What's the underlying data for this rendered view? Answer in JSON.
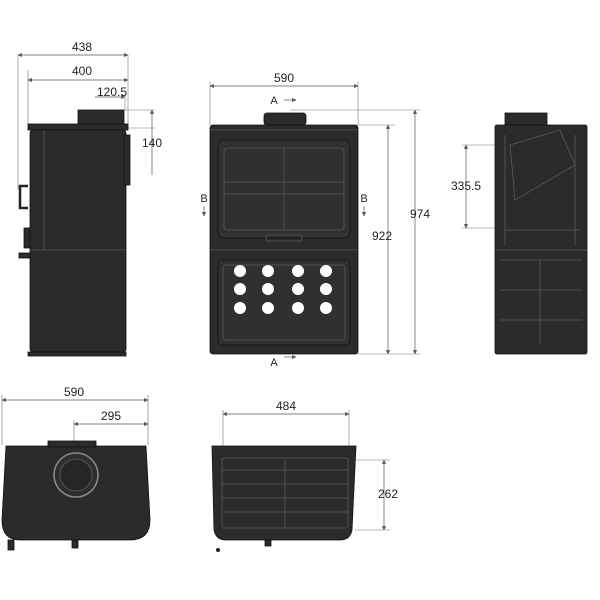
{
  "dimensions": {
    "side": {
      "overall_depth": "438",
      "body_depth": "400",
      "flue_offset": "120.5",
      "flue_height": "140"
    },
    "front": {
      "width": "590",
      "height_to_top": "922",
      "height_to_flue": "974",
      "section_a": "A",
      "section_b": "B"
    },
    "section": {
      "flue_center_height": "335.5"
    },
    "top": {
      "width": "590",
      "flue_center": "295"
    },
    "base": {
      "width": "484",
      "depth": "262"
    }
  },
  "colors": {
    "body": "#2b2b2b",
    "dimension_line": "#555555",
    "background": "#ffffff"
  }
}
